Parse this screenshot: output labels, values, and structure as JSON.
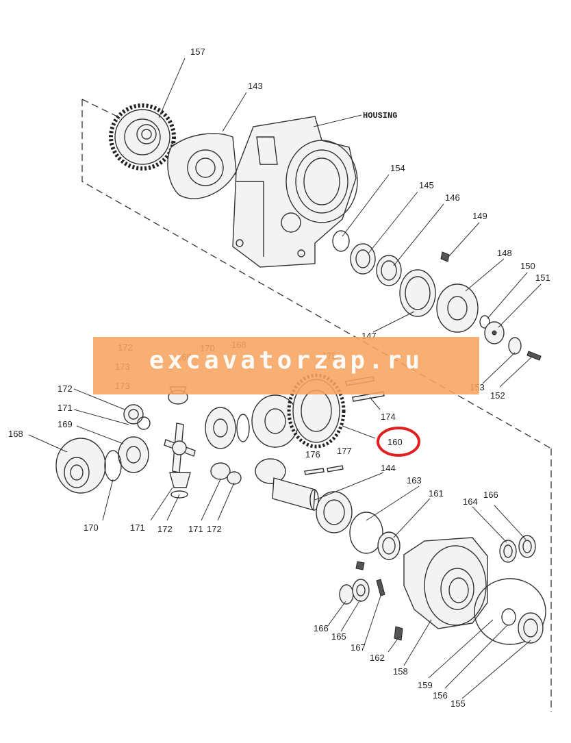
{
  "housing_label": "HOUSING",
  "watermark": "excavatorzap.ru",
  "labels": [
    "157",
    "143",
    "154",
    "145",
    "146",
    "149",
    "148",
    "150",
    "151",
    "147",
    "153",
    "152",
    "172",
    "173",
    "170",
    "168",
    "169",
    "175",
    "171",
    "174",
    "160",
    "176",
    "177",
    "144",
    "163",
    "161",
    "164",
    "166",
    "165",
    "167",
    "162",
    "158",
    "159",
    "156",
    "155"
  ],
  "highlight": {
    "label": "160",
    "color": "#e02020"
  }
}
